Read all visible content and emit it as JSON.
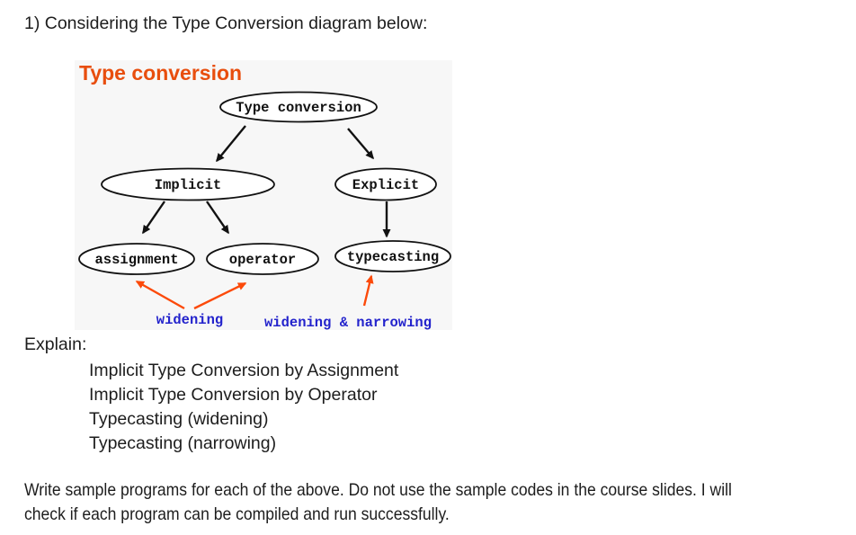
{
  "page": {
    "intro": "1) Considering the Type Conversion diagram below:",
    "explain_heading": "Explain:",
    "explain_items": [
      "Implicit Type Conversion by Assignment",
      "Implicit Type Conversion by Operator",
      "Typecasting (widening)",
      "Typecasting (narrowing)"
    ],
    "closing_lines": [
      "Write sample programs for each of the above. Do not use the sample codes in the course slides. I will",
      "check if each program can be compiled and run successfully."
    ]
  },
  "diagram": {
    "title": "Type conversion",
    "nodes": {
      "root": "Type conversion",
      "implicit": "Implicit",
      "explicit": "Explicit",
      "assignment": "assignment",
      "operator": "operator",
      "typecasting": "typecasting"
    },
    "annotations": {
      "widening": "widening",
      "widening_narrowing": "widening & narrowing"
    },
    "colors": {
      "title_orange": "#e84e0e",
      "orange_arrow": "#fc4a0a",
      "annotation_blue": "#2323cc",
      "node_stroke": "#111111",
      "background": "#f7f7f7"
    }
  }
}
